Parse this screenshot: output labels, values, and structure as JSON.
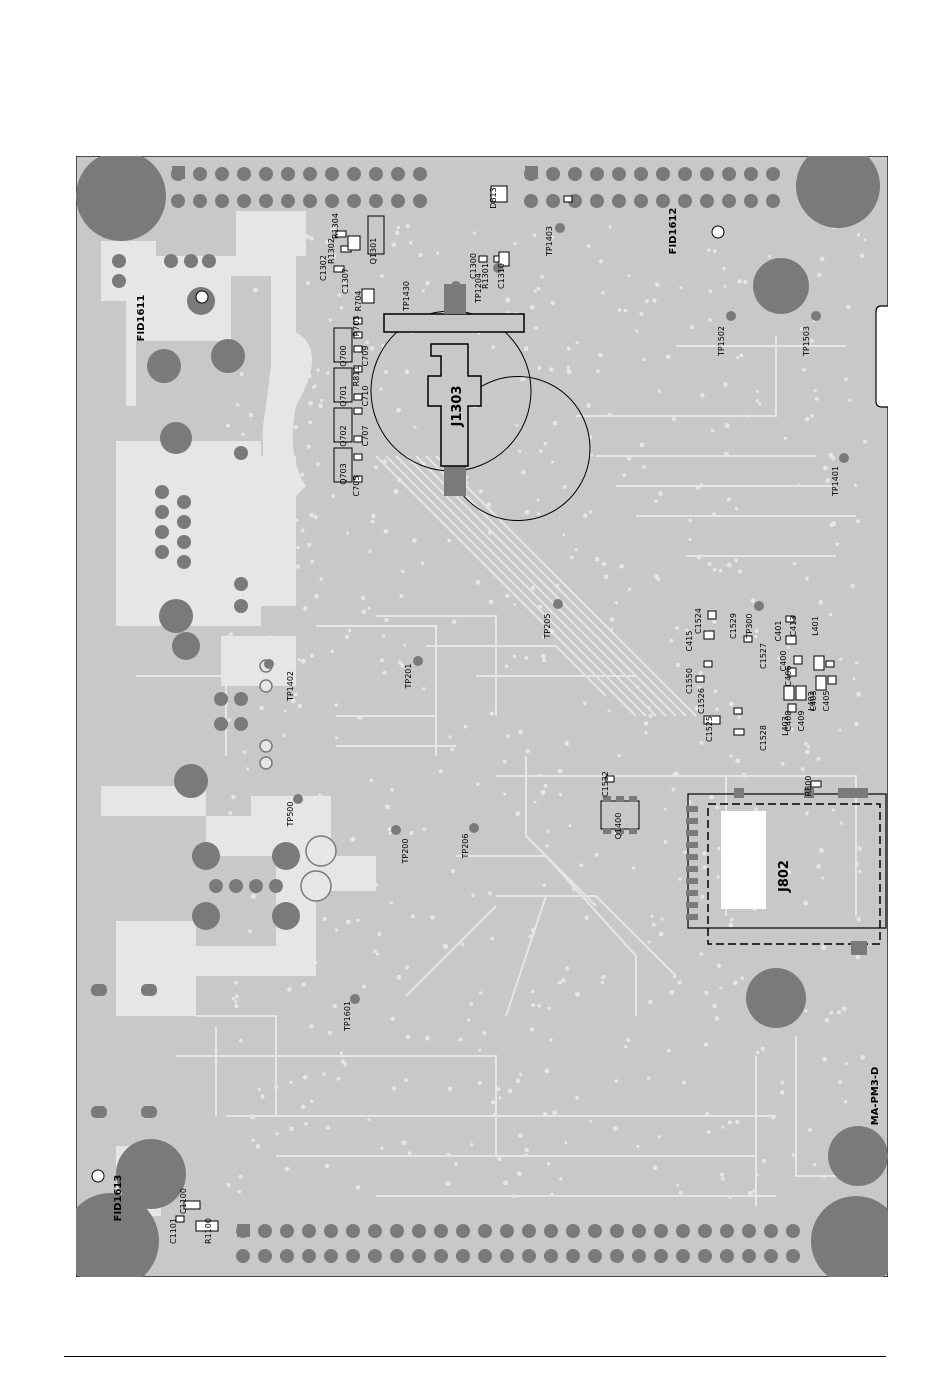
{
  "board": {
    "name": "MA-PM3-D",
    "colors": {
      "board": "#c8c8c8",
      "copper": "#e6e6e6",
      "pad": "#7a7a7a",
      "outline": "#000000"
    }
  },
  "fiducials": [
    "FID1611",
    "FID1612",
    "FID1613"
  ],
  "connectors": [
    "J1303",
    "J802"
  ],
  "transistors": [
    "Q1301",
    "Q700",
    "Q701",
    "Q702",
    "Q703",
    "Q1400"
  ],
  "test_points": [
    "TP1403",
    "TP1430",
    "TP1204",
    "TP1502",
    "TP1503",
    "TP1401",
    "TP205",
    "TP300",
    "TP201",
    "TP1402",
    "TP500",
    "TP200",
    "TP206",
    "TP1601"
  ],
  "capacitors": [
    "C1302",
    "C1307",
    "C1300",
    "C1310",
    "C709",
    "C710",
    "C707",
    "C705",
    "C1524",
    "C1529",
    "C415",
    "C1550",
    "C1526",
    "C1527",
    "C401",
    "C1525",
    "C1528",
    "C400",
    "C405",
    "C406",
    "C408",
    "C409",
    "C403",
    "C1532",
    "C1100",
    "C1101"
  ],
  "resistors": [
    "R1304",
    "R1302",
    "R1301",
    "R704",
    "R703",
    "R811",
    "R1100",
    "R800"
  ],
  "inductors": [
    "L401",
    "L402",
    "L403"
  ],
  "other_parts": [
    "D813",
    "C413"
  ]
}
